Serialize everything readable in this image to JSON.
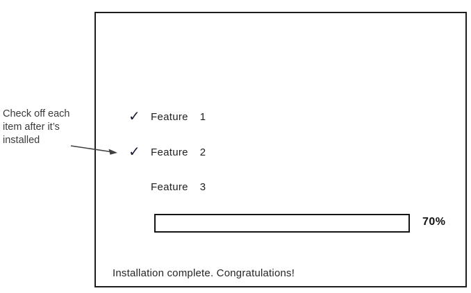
{
  "annotation": {
    "lines": [
      "Check off each",
      "item after it’s",
      "installed"
    ]
  },
  "window": {
    "features": [
      {
        "check": "✓",
        "label": "Feature",
        "number": "1",
        "checked": true
      },
      {
        "check": "✓",
        "label": "Feature",
        "number": "2",
        "checked": true
      },
      {
        "check": "",
        "label": "Feature",
        "number": "3",
        "checked": false
      }
    ],
    "progress": {
      "percent_label": "70%"
    },
    "status_message": "Installation complete. Congratulations!"
  },
  "colors": {
    "ink": "#2b2b2b",
    "border": "#1d1d1d",
    "arrow": "#3f3f3f",
    "background": "#ffffff"
  }
}
